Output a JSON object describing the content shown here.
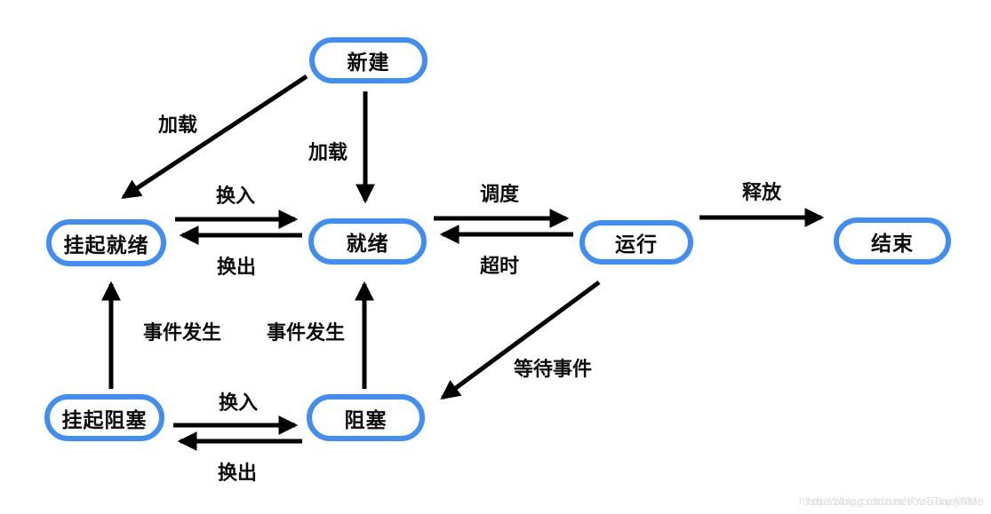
{
  "colors": {
    "node_border": "#418df6",
    "node_fill": "#ffffff",
    "arrow": "#000000",
    "text": "#0d0d0d",
    "watermark": "#e0e0e0"
  },
  "nodes": {
    "new": {
      "label": "新建"
    },
    "suspended_ready": {
      "label": "挂起就绪"
    },
    "ready": {
      "label": "就绪"
    },
    "running": {
      "label": "运行"
    },
    "end": {
      "label": "结束"
    },
    "suspended_blocked": {
      "label": "挂起阻塞"
    },
    "blocked": {
      "label": "阻塞"
    }
  },
  "edges": [
    {
      "from": "new",
      "to": "ready",
      "label": "加载"
    },
    {
      "from": "new",
      "to": "suspended_ready",
      "label": "加载"
    },
    {
      "from": "suspended_ready",
      "to": "ready",
      "label": "换入"
    },
    {
      "from": "ready",
      "to": "suspended_ready",
      "label": "换出"
    },
    {
      "from": "ready",
      "to": "running",
      "label": "调度"
    },
    {
      "from": "running",
      "to": "ready",
      "label": "超时"
    },
    {
      "from": "running",
      "to": "end",
      "label": "释放"
    },
    {
      "from": "running",
      "to": "blocked",
      "label": "等待事件"
    },
    {
      "from": "suspended_blocked",
      "to": "suspended_ready",
      "label": "事件发生"
    },
    {
      "from": "blocked",
      "to": "ready",
      "label": "事件发生"
    },
    {
      "from": "suspended_blocked",
      "to": "blocked",
      "label": "换入"
    },
    {
      "from": "blocked",
      "to": "suspended_blocked",
      "label": "换出"
    }
  ],
  "watermark": {
    "text": "https://blog.csdn.net/YouTianjiAMe"
  }
}
